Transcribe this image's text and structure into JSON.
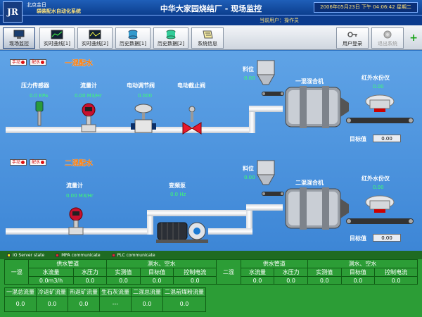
{
  "header": {
    "logo": "JR",
    "company": "北京金日",
    "system": "袋装配水自动化系统",
    "title": "中华大家园烧结厂 - 现场监控",
    "datetime": "2006年05月23日 下午 04:06:42 星期二",
    "current_user": "当前用户：操作员"
  },
  "toolbar": {
    "buttons": [
      {
        "label": "现场监控",
        "icon": "monitor-icon"
      },
      {
        "label": "实时曲线[1]",
        "icon": "chart-icon"
      },
      {
        "label": "实时曲线[2]",
        "icon": "chart-icon"
      },
      {
        "label": "历史数据[1]",
        "icon": "database-icon"
      },
      {
        "label": "历史数据[2]",
        "icon": "database-icon"
      },
      {
        "label": "系统信息",
        "icon": "info-icon"
      }
    ],
    "right": [
      {
        "label": "用户登录",
        "icon": "user-login-icon"
      },
      {
        "label": "退出系统",
        "icon": "exit-icon"
      }
    ],
    "plus": "+"
  },
  "line1": {
    "mode1": "手动",
    "mode2": "配水",
    "title": "一混配水",
    "pressure_label": "压力传感器",
    "pressure_value": "0.0 KPa",
    "flow_label": "流量计",
    "flow_value": "0.00 M3/Hr",
    "valve_label": "电动调节阀",
    "valve_value": "0.000",
    "cutoff_label": "电动截止阀",
    "material_label": "料位",
    "material_value": "0.00",
    "mixer_label": "一混混合机",
    "ir_label": "红外水份仪",
    "ir_value": "0.00",
    "target_label": "目标值",
    "target_value": "0.00"
  },
  "line2": {
    "mode1": "手动",
    "mode2": "配水",
    "title": "二混配水",
    "flow_label": "流量计",
    "flow_value": "0.00 M3/Hr",
    "pump_label": "变频泵",
    "pump_value": "0.0 Hz",
    "material_label": "料位",
    "material_value": "0.00",
    "mixer_label": "二混混合机",
    "ir_label": "红外水份仪",
    "ir_value": "0.00",
    "target_label": "目标值",
    "target_value": "0.00"
  },
  "status": {
    "items": [
      "IO Server state",
      "MPA communicate",
      "PLC communicate"
    ]
  },
  "table1": {
    "side1": "一混",
    "side2": "二混",
    "supply": "供水管道",
    "measure": "测水、空水",
    "cols": [
      "水流量",
      "水压力",
      "实测值",
      "目标值",
      "控制电流"
    ],
    "row1": [
      "0.0m3/h",
      "0.0",
      "0.0",
      "0.0",
      "0.0"
    ],
    "row2": [
      "0.0",
      "0.0",
      "0.0",
      "0.0",
      "0.0"
    ]
  },
  "table2": {
    "cols": [
      "一混总流量",
      "冷返矿流量",
      "热返矿流量",
      "生石灰流量",
      "二混总流量",
      "二混前煤粉流量"
    ],
    "vals": [
      "0.0",
      "0.0",
      "0.0",
      "---",
      "0.0",
      "0.0"
    ]
  }
}
